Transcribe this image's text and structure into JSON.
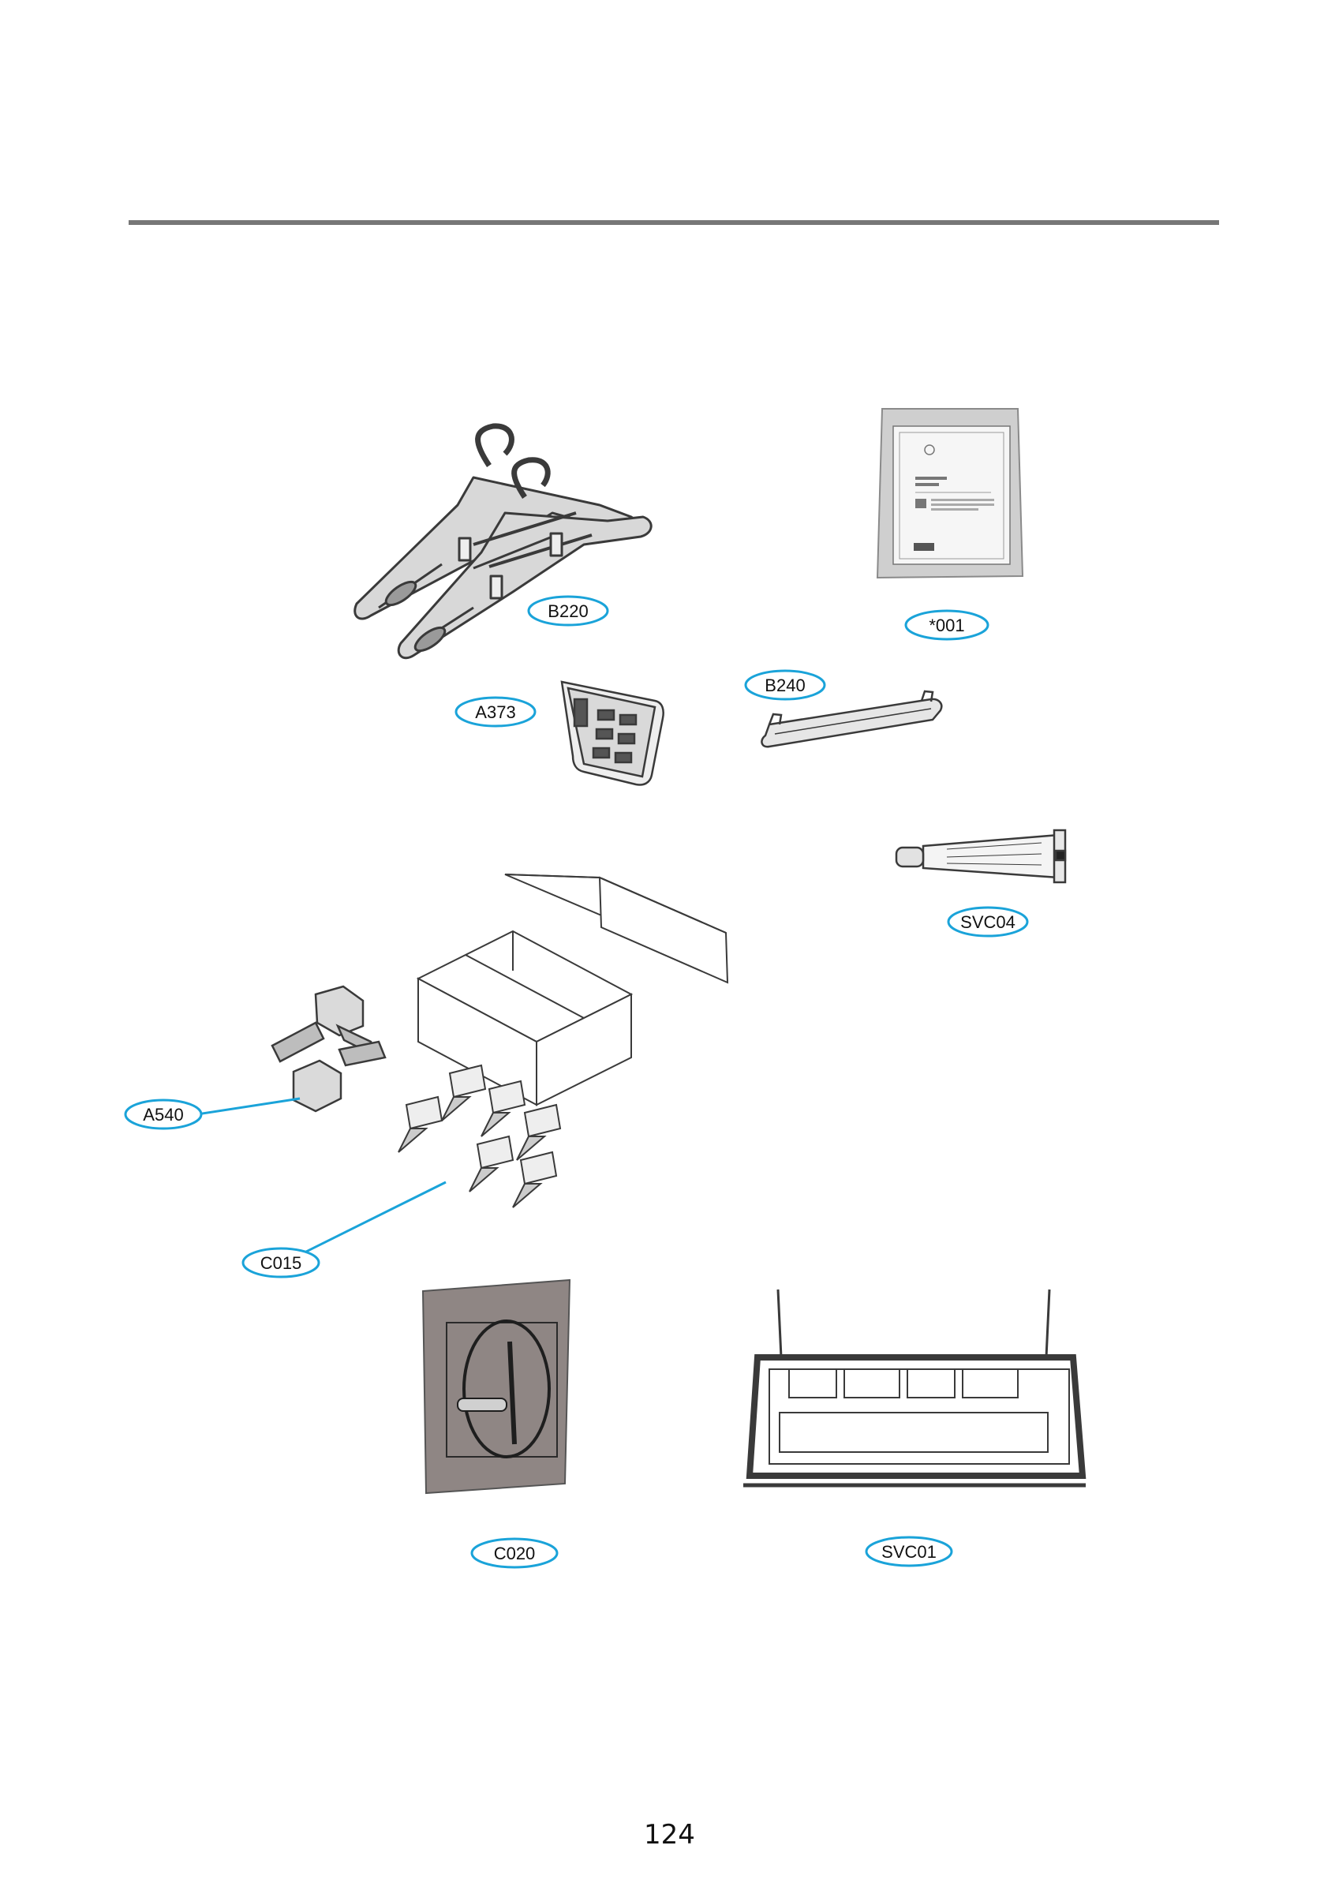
{
  "colors": {
    "rule": "#777777",
    "callout": "#1aa3d9",
    "stroke": "#3a3a3a",
    "part_fill": "#d8d8d8",
    "bag_fill": "#8f8684"
  },
  "labels": {
    "b220": "B220",
    "a373": "A373",
    "b240": "B240",
    "manual": "*001",
    "svc04": "SVC04",
    "a540": "A540",
    "c015": "C015",
    "c020": "C020",
    "svc01": "SVC01"
  },
  "page_number": "124"
}
